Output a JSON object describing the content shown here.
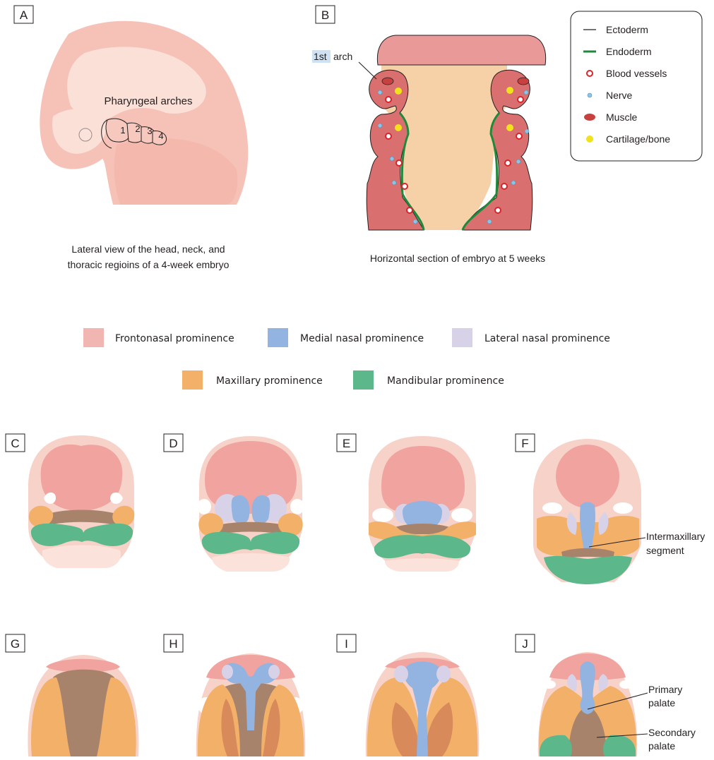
{
  "panels": {
    "A": {
      "letter": "A",
      "arches_label": "Pharyngeal arches",
      "arch_numbers": [
        "1",
        "2",
        "3",
        "4"
      ],
      "caption_line1": "Lateral view of the head, neck, and",
      "caption_line2": "thoracic regioins of a 4-week embryo"
    },
    "B": {
      "letter": "B",
      "arch_label_num": "1st",
      "arch_label_word": "arch",
      "caption": "Horizontal section of embryo at 5 weeks",
      "legend": [
        {
          "label": "Ectoderm",
          "icon": "thin-black-line",
          "color": "#231f20"
        },
        {
          "label": "Endoderm",
          "icon": "thick-green-line",
          "color": "#1f8a3c"
        },
        {
          "label": "Blood vessels",
          "icon": "red-ring",
          "color": "#d9242b"
        },
        {
          "label": "Nerve",
          "icon": "blue-dot",
          "color": "#8fc3e3"
        },
        {
          "label": "Muscle",
          "icon": "red-ellipse",
          "color": "#c8413f"
        },
        {
          "label": "Cartilage/bone",
          "icon": "yellow-dot",
          "color": "#f2e21b"
        }
      ]
    },
    "C": {
      "letter": "C"
    },
    "D": {
      "letter": "D"
    },
    "E": {
      "letter": "E"
    },
    "F": {
      "letter": "F",
      "annotation_line1": "Intermaxillary",
      "annotation_line2": "segment"
    },
    "G": {
      "letter": "G"
    },
    "H": {
      "letter": "H"
    },
    "I": {
      "letter": "I"
    },
    "J": {
      "letter": "J",
      "primary_line1": "Primary",
      "primary_line2": "palate",
      "secondary_line1": "Secondary",
      "secondary_line2": "palate"
    }
  },
  "prominence_legend": [
    {
      "label": "Frontonasal prominence",
      "color": "#f2b6b2"
    },
    {
      "label": "Medial nasal prominence",
      "color": "#93b3e0"
    },
    {
      "label": "Lateral nasal prominence",
      "color": "#d7d2e8"
    },
    {
      "label": "Maxillary prominence",
      "color": "#f2b069"
    },
    {
      "label": "Mandibular prominence",
      "color": "#5cb88a"
    }
  ],
  "colors": {
    "skin": "#f7d2c8",
    "skin_light": "#fbe3dc",
    "frontonasal": "#f0a39f",
    "medial_nasal": "#93b3e0",
    "lateral_nasal": "#d7d2e8",
    "maxillary": "#f2b069",
    "mandibular": "#5cb88a",
    "mouth": "#a8836c",
    "mesenchyme": "#d9706f",
    "lumen": "#f6d1a7"
  }
}
